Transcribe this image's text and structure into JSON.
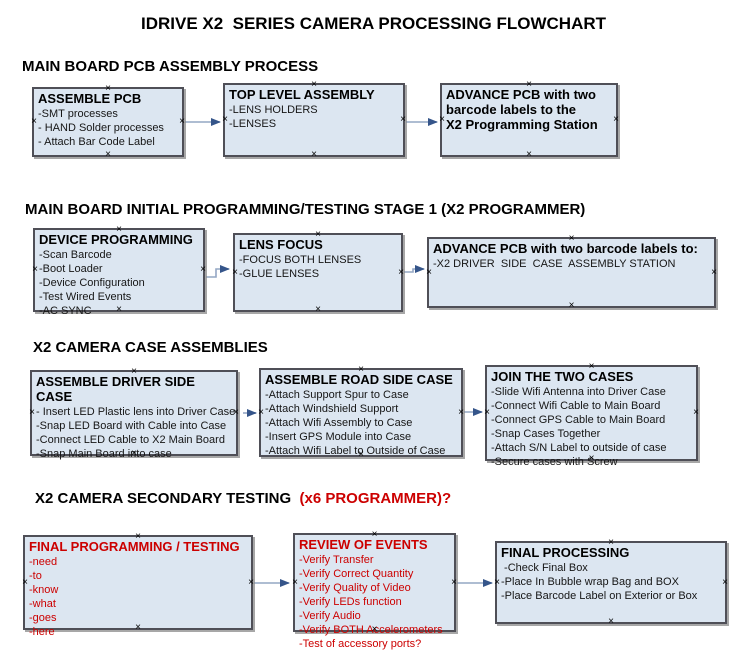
{
  "title": "IDRIVE X2  SERIES CAMERA PROCESSING FLOWCHART",
  "sections": {
    "s1": {
      "heading": "MAIN BOARD PCB ASSEMBLY PROCESS"
    },
    "s2": {
      "heading": "MAIN BOARD INITIAL PROGRAMMING/TESTING STAGE 1 (X2 PROGRAMMER)"
    },
    "s3": {
      "heading": "X2 CAMERA CASE ASSEMBLIES"
    },
    "s4": {
      "heading_main": "X2 CAMERA SECONDARY TESTING ",
      "heading_note": " (x6 PROGRAMMER)?"
    }
  },
  "boxes": {
    "assemble_pcb": {
      "title": "ASSEMBLE PCB",
      "lines": [
        "-SMT processes",
        "- HAND Solder processes",
        "- Attach Bar Code Label"
      ]
    },
    "top_level_assembly": {
      "title": "TOP LEVEL ASSEMBLY",
      "lines": [
        "-LENS HOLDERS",
        "-LENSES"
      ]
    },
    "advance_to_programming_station": {
      "title": "ADVANCE PCB with two\nbarcode labels to the\n X2 Programming Station",
      "lines": []
    },
    "device_programming": {
      "title": "DEVICE PROGRAMMING",
      "lines": [
        "-Scan Barcode",
        "-Boot Loader",
        "-Device Configuration",
        "-Test Wired Events",
        "-AC SYNC"
      ]
    },
    "lens_focus": {
      "title": "LENS FOCUS",
      "lines": [
        "-FOCUS BOTH LENSES",
        "-GLUE LENSES"
      ]
    },
    "advance_to_driver_side_station": {
      "title": "ADVANCE PCB with two barcode labels to:",
      "lines": [
        "-X2 DRIVER  SIDE  CASE  ASSEMBLY STATION"
      ]
    },
    "assemble_driver_side_case": {
      "title": "ASSEMBLE DRIVER SIDE CASE",
      "lines": [
        "- Insert LED Plastic lens into Driver Case",
        "-Snap LED Board with Cable into Case",
        "-Connect LED Cable to X2 Main Board",
        "-Snap Main Board into case"
      ]
    },
    "assemble_road_side_case": {
      "title": "ASSEMBLE ROAD SIDE CASE",
      "lines": [
        "-Attach Support Spur to Case",
        "-Attach Windshield Support",
        "-Attach Wifi Assembly to Case",
        "-Insert GPS Module into Case",
        "-Attach Wifi Label to Outside of Case"
      ]
    },
    "join_the_two_cases": {
      "title": "JOIN THE TWO CASES",
      "lines": [
        "-Slide Wifi Antenna into Driver Case",
        "-Connect Wifi Cable to Main Board",
        "-Connect GPS Cable to Main Board",
        "-Snap Cases Together",
        "-Attach S/N Label to outside of case",
        "-Secure cases with Screw"
      ]
    },
    "final_programming_testing": {
      "title": "FINAL PROGRAMMING / TESTING",
      "lines": [
        "-need",
        "-to",
        "-know",
        "-what",
        "-goes",
        "-here"
      ]
    },
    "review_of_events": {
      "title": "REVIEW OF EVENTS",
      "lines": [
        "-Verify Transfer",
        "-Verify Correct Quantity",
        "-Verify Quality of Video",
        "-Verify LEDs function",
        "-Verify Audio",
        "-Verify BOTH Accelerometers",
        "-Test of accessory ports?"
      ]
    },
    "final_processing": {
      "title": "FINAL PROCESSING",
      "lines": [
        " -Check Final Box",
        "-Place In Bubble wrap Bag and BOX",
        "-Place Barcode Label on Exterior or Box"
      ]
    }
  },
  "arrows": [
    [
      [
        185,
        122
      ],
      [
        220,
        122
      ]
    ],
    [
      [
        406,
        122
      ],
      [
        437,
        122
      ]
    ],
    [
      [
        206,
        277
      ],
      [
        216,
        277
      ],
      [
        216,
        269
      ],
      [
        229,
        269
      ]
    ],
    [
      [
        404,
        272
      ],
      [
        413,
        272
      ],
      [
        413,
        269
      ],
      [
        424,
        269
      ]
    ],
    [
      [
        243,
        413
      ],
      [
        256,
        413
      ]
    ],
    [
      [
        464,
        412
      ],
      [
        482,
        412
      ]
    ],
    [
      [
        254,
        583
      ],
      [
        289,
        583
      ]
    ],
    [
      [
        457,
        583
      ],
      [
        492,
        583
      ]
    ]
  ],
  "colors": {
    "box_fill": "#dce6f1",
    "box_border": "#4f4f57",
    "accent_red": "#cc0000",
    "connector_line": "#94a7c4",
    "connector_head": "#35558a"
  }
}
